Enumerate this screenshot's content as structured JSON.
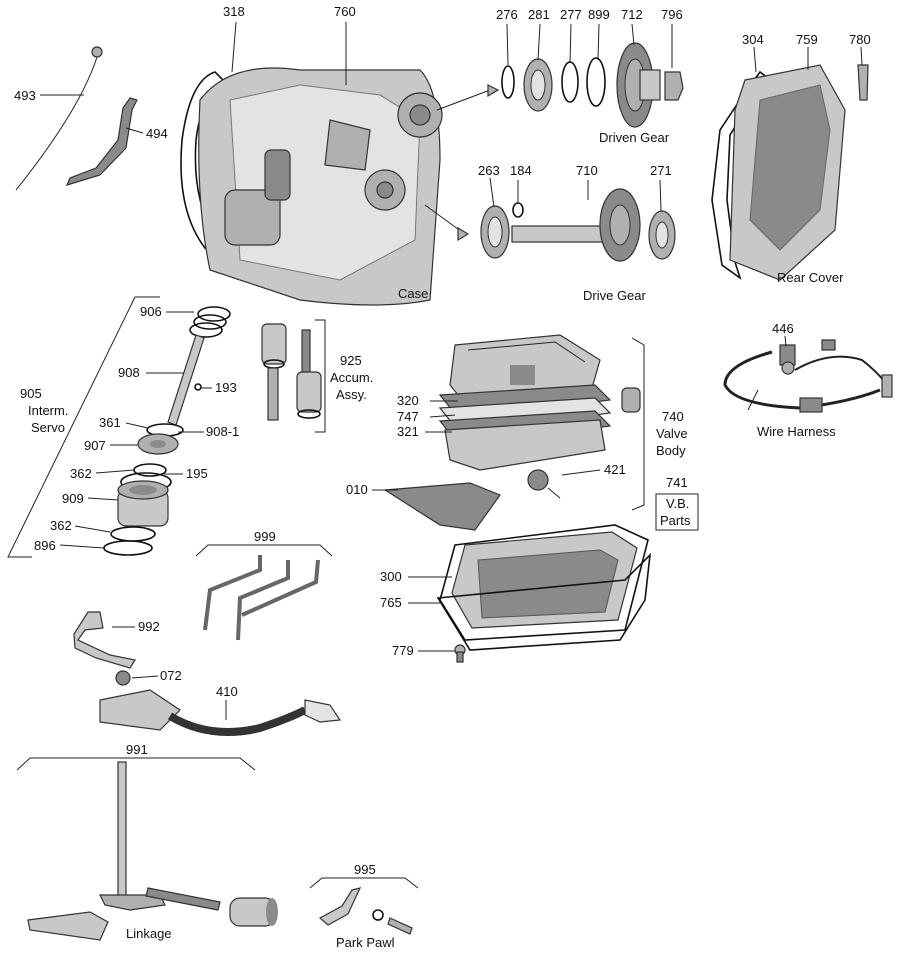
{
  "numbers": {
    "n318": "318",
    "n760": "760",
    "n276": "276",
    "n281": "281",
    "n277": "277",
    "n899": "899",
    "n712": "712",
    "n796": "796",
    "n304": "304",
    "n759": "759",
    "n780": "780",
    "n493": "493",
    "n494": "494",
    "n263": "263",
    "n184": "184",
    "n710": "710",
    "n271": "271",
    "n906": "906",
    "n908": "908",
    "n193": "193",
    "n905": "905",
    "n361": "361",
    "n9081": "908-1",
    "n907": "907",
    "n362a": "362",
    "n195": "195",
    "n909": "909",
    "n362b": "362",
    "n896": "896",
    "n925": "925",
    "n320": "320",
    "n747": "747",
    "n321": "321",
    "n740": "740",
    "n421": "421",
    "n741": "741",
    "n010": "010",
    "n446": "446",
    "n999": "999",
    "n300": "300",
    "n765": "765",
    "n992": "992",
    "n779": "779",
    "n072": "072",
    "n410": "410",
    "n991": "991",
    "n995": "995"
  },
  "labels": {
    "driven_gear": "Driven Gear",
    "drive_gear": "Drive Gear",
    "case": "Case",
    "rear_cover": "Rear Cover",
    "interm_l1": "Interm.",
    "interm_l2": "Servo",
    "accum_l1": "Accum.",
    "accum_l2": "Assy.",
    "valve_l1": "Valve",
    "valve_l2": "Body",
    "vb_l1": "V.B.",
    "vb_l2": "Parts",
    "wire_harness": "Wire Harness",
    "linkage": "Linkage",
    "park_pawl": "Park Pawl"
  }
}
